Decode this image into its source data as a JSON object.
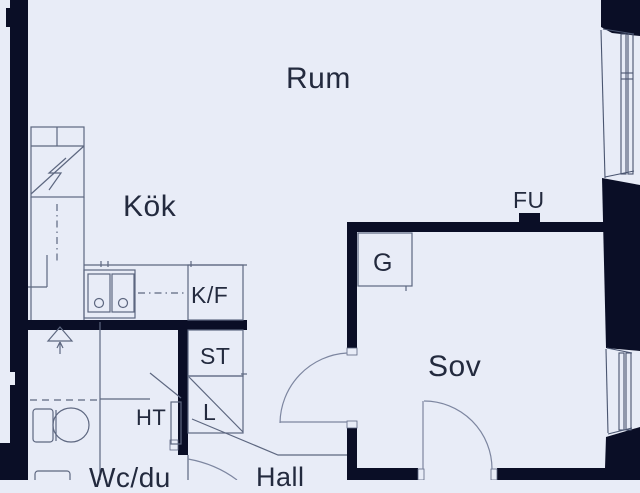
{
  "plan": {
    "type": "floor-plan",
    "language": "sv",
    "rooms": [
      {
        "id": "rum",
        "label": "Rum"
      },
      {
        "id": "kok",
        "label": "Kök"
      },
      {
        "id": "sov",
        "label": "Sov"
      },
      {
        "id": "hall",
        "label": "Hall"
      },
      {
        "id": "wc",
        "label": "Wc/du"
      }
    ],
    "markers": [
      {
        "id": "fu",
        "label": "FU"
      },
      {
        "id": "g",
        "label": "G"
      },
      {
        "id": "kf",
        "label": "K/F"
      },
      {
        "id": "st",
        "label": "ST"
      },
      {
        "id": "l",
        "label": "L"
      },
      {
        "id": "ht",
        "label": "HT"
      }
    ],
    "symbols": [
      "toilet-icon",
      "washing-machine-icon",
      "double-sink-icon",
      "shower-drain-icon",
      "extractor-zigzag-icon",
      "radiator-icon",
      "tall-cabinet-icon",
      "door-swing-arc",
      "window-glyph"
    ],
    "colors": {
      "background": "#e8ecf7",
      "wall": "#0a0e26",
      "line": "#5d6780",
      "text": "#232a3e"
    }
  }
}
